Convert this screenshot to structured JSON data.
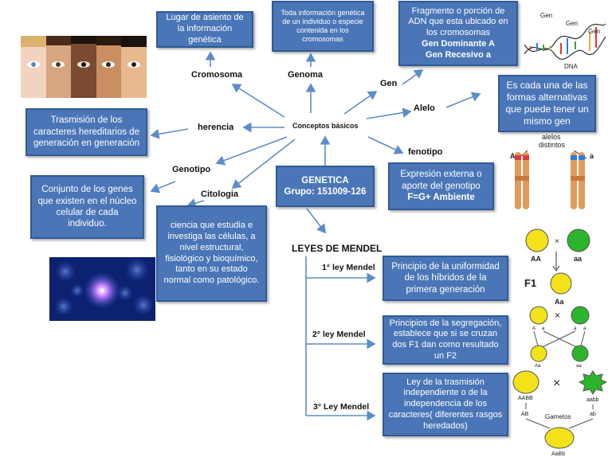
{
  "center": {
    "label": "Conceptos básicos"
  },
  "genetica_box": {
    "title": "GENETICA",
    "group": "Grupo: 151009-126"
  },
  "concepts": {
    "cromosoma": {
      "label": "Cromosoma",
      "def": "Lugar de asiento de la información genética"
    },
    "genoma": {
      "label": "Genoma",
      "def": "Toda información genética de un individuo o especie contenida en los cromosomas"
    },
    "gen": {
      "label": "Gen",
      "def_lines": [
        "Fragmento o porción de",
        "ADN que esta ubicado en",
        "los cromosomas",
        "Gen  Dominante A",
        "Gen Recesivo a"
      ]
    },
    "alelo": {
      "label": "Alelo",
      "def": "Es cada una de las formas alternativas que puede tener un mismo gen"
    },
    "herencia": {
      "label": "herencia",
      "def": "Trasmisión de los caracteres hereditarios de generación en generación"
    },
    "genotipo": {
      "label": "Genotipo",
      "def": "Conjunto de los genes que existen en el núcleo celular de cada individuo."
    },
    "citologia": {
      "label": "Citologia",
      "def": "ciencia que estudia e investiga las células, a nivel estructural, fisiológico y bioquímico, tanto en su estado normal como patológico."
    },
    "fenotipo": {
      "label": "fenotipo",
      "def_lines": [
        "Expresión externa o",
        "aporte del genotipo",
        "F=G+ Ambiente"
      ]
    }
  },
  "mendel": {
    "title": "LEYES DE MENDEL",
    "laws": [
      {
        "label": "1° ley Mendel",
        "def": "Principio de la uniformidad de los híbridos de la primera generación"
      },
      {
        "label": "2° ley  Mendel",
        "def": "Principios de la segregación, establece que si se cruzan dos F1 dan como resultado un F2"
      },
      {
        "label": "3° Ley  Mendel",
        "def": "Ley de la trasmisión independiente o de la independencia de los caracteres( diferentes rasgos heredados)"
      }
    ]
  },
  "images": {
    "dna": {
      "labels": [
        "Gen",
        "Gen",
        "Gen",
        "DNA"
      ]
    },
    "alleles": {
      "title_lines": [
        "alelos",
        "distintos"
      ],
      "left": "A",
      "right": "a"
    },
    "cross1": {
      "p1": "AA",
      "p2": "aa",
      "f1": "F1",
      "result": "Aa"
    },
    "cross2": {
      "labels": [
        "A",
        "a",
        "a",
        "a",
        "Aa",
        "aa"
      ]
    },
    "cross3": {
      "p1": "AABB",
      "p2": "aabb",
      "g1": "AB",
      "g2": "ab",
      "gametos": "Gametos",
      "result": "AaBb"
    }
  },
  "colors": {
    "box_fill": "#4a76b7",
    "box_border": "#2f5a97",
    "arrow": "#5b8dc9",
    "text_dark": "#111111"
  }
}
